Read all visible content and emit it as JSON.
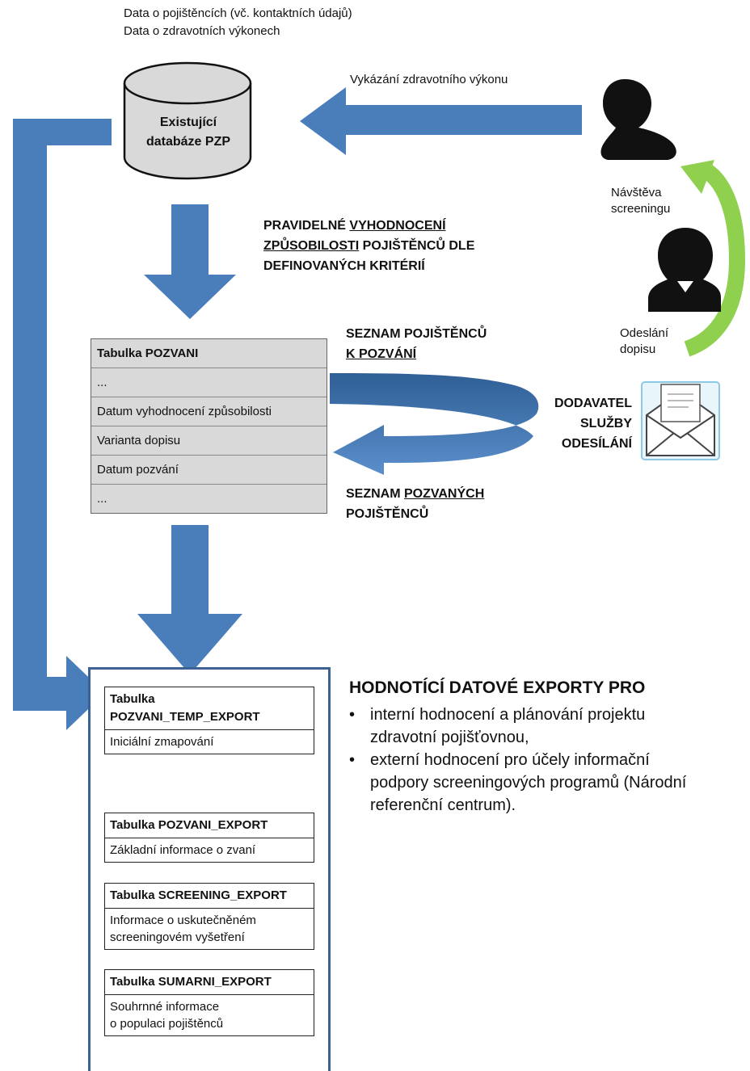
{
  "top_notes": {
    "line1": "Data o pojištěncích (vč. kontaktních údajů)",
    "line2": "Data o zdravotních výkonech"
  },
  "database": {
    "line1": "Existující",
    "line2": "databáze PZP"
  },
  "report_arrow_label": "Vykázání zdravotního výkonu",
  "screening_visit_label": {
    "line1": "Návštěva",
    "line2": "screeningu"
  },
  "letter_sent_label": {
    "line1": "Odeslání",
    "line2": "dopisu"
  },
  "evaluation": {
    "line1_a": "PRAVIDELNÉ ",
    "line1_b": "VYHODNOCENÍ",
    "line2_a": "ZPŮSOBILOSTI",
    "line2_b": " POJIŠTĚNCŮ DLE",
    "line3": "DEFINOVANÝCH KRITÉRIÍ"
  },
  "pozvani_table": {
    "rows": [
      "Tabulka POZVANI",
      "...",
      "Datum vyhodnocení způsobilosti",
      "Varianta dopisu",
      "Datum pozvání",
      "..."
    ]
  },
  "list_to_invite": {
    "line1": "SEZNAM POJIŠTĚNCŮ",
    "line2": "K POZVÁNÍ"
  },
  "list_invited": {
    "line1_a": "SEZNAM ",
    "line1_b": "POZVANÝCH",
    "line2": "POJIŠTĚNCŮ"
  },
  "supplier": {
    "line1": "DODAVATEL",
    "line2": "SLUŽBY",
    "line3": "ODESÍLÁNÍ"
  },
  "exports": {
    "temp": {
      "head1": "Tabulka",
      "head2": "POZVANI_TEMP_EXPORT",
      "body": "Iniciální zmapování"
    },
    "pozvani": {
      "head": "Tabulka POZVANI_EXPORT",
      "body": "Základní informace o zvaní"
    },
    "screening": {
      "head": "Tabulka SCREENING_EXPORT",
      "body1": "Informace o uskutečněném",
      "body2": "screeningovém vyšetření"
    },
    "sumarni": {
      "head": "Tabulka SUMARNI_EXPORT",
      "body1": "Souhrnné informace",
      "body2": "o populaci pojištěnců"
    }
  },
  "evaluation_exports": {
    "title": "HODNOTÍCÍ DATOVÉ EXPORTY PRO",
    "bullet1": "interní hodnocení a plánování projektu zdravotní pojišťovnou,",
    "bullet2": "externí hodnocení pro účely informační podpory screeningových programů (Národní referenční centrum)."
  },
  "colors": {
    "arrow_blue": "#4a7ebb",
    "arrow_dark_blue": "#3c6193",
    "cycle_green": "#8fd14f",
    "table_grey": "#d9d9d9",
    "envelope_blue": "#6fb6d9"
  },
  "icons": [
    "database-icon",
    "person-icon",
    "envelope-icon"
  ]
}
